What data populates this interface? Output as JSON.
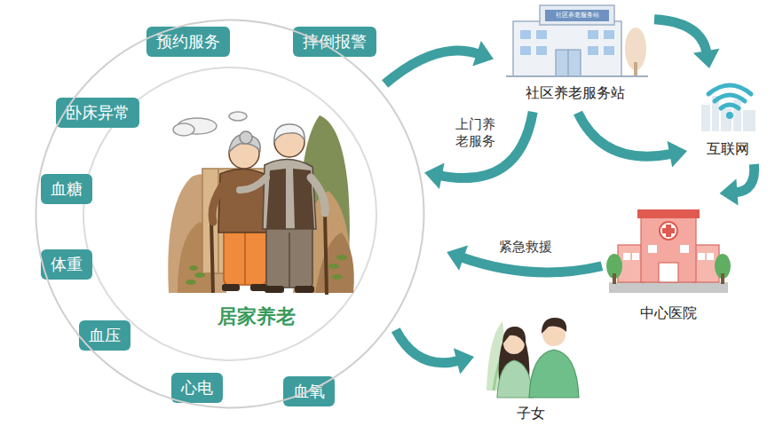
{
  "diagram": {
    "nodes": [
      {
        "text": [
          "预约服务"
        ]
      },
      {
        "text": [
          "摔倒报警"
        ]
      },
      {
        "text": [
          "卧床异常"
        ]
      },
      {
        "text": [
          "血糖"
        ]
      },
      {
        "text": [
          "体重"
        ]
      },
      {
        "text": [
          "血压"
        ]
      },
      {
        "text": [
          "心电"
        ]
      },
      {
        "text": [
          "血氧"
        ]
      },
      {
        "text": [
          "居家养老"
        ]
      },
      {
        "text": [
          "社区养老服务站"
        ]
      },
      {
        "text": [
          "互联网"
        ]
      },
      {
        "text": [
          "中心医院"
        ]
      },
      {
        "text": [
          "子女"
        ]
      }
    ],
    "edges": [
      {
        "from": 8,
        "to": 9,
        "arrow": "to"
      },
      {
        "from": 9,
        "to": 8,
        "label": "上门养老服务",
        "arrow": "to"
      },
      {
        "from": 9,
        "to": 10,
        "arrow": "to"
      },
      {
        "from": 9,
        "to": 10,
        "arrow": "to"
      },
      {
        "from": 10,
        "to": 11,
        "arrow": "to"
      },
      {
        "from": 11,
        "to": 8,
        "label": "紧急救援",
        "arrow": "to"
      },
      {
        "from": 8,
        "to": 12,
        "arrow": "to"
      }
    ],
    "labels": [
      "社区养老服务站"
    ]
  }
}
